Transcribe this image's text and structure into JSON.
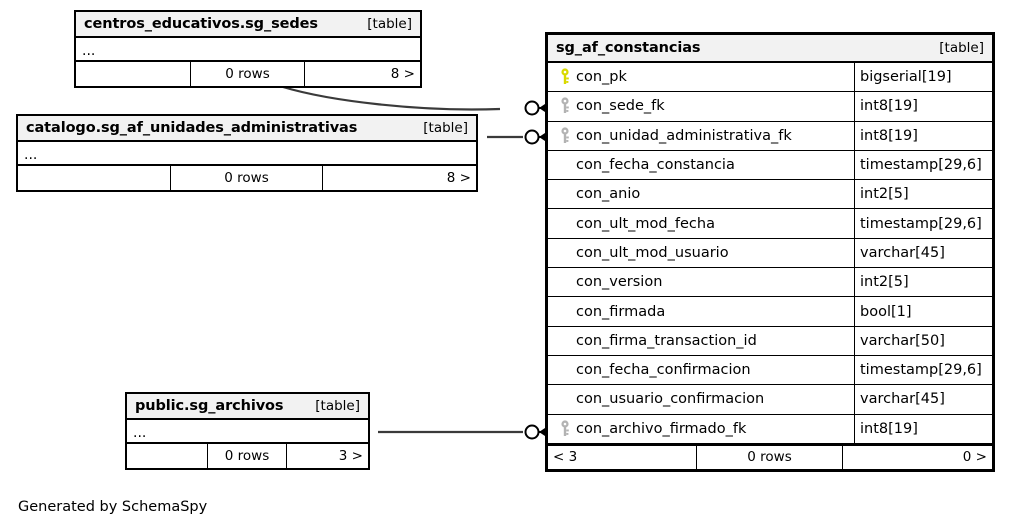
{
  "diagram": {
    "footer_caption": "Generated by SchemaSpy",
    "table_tag": "[table]",
    "ellipsis": "...",
    "colors": {
      "header_background": "#f2f2f2",
      "border": "#000000",
      "primary_key_icon": "#d9d900",
      "foreign_key_icon": "#b3b3b3",
      "page_background": "#ffffff"
    }
  },
  "tables": {
    "sg_sedes": {
      "title": "centros_educativos.sg_sedes",
      "tag": "[table]",
      "ellipsis": "...",
      "footer": {
        "left": "",
        "middle": "0 rows",
        "right": "8 >"
      }
    },
    "unidades_administrativas": {
      "title": "catalogo.sg_af_unidades_administrativas",
      "tag": "[table]",
      "ellipsis": "...",
      "footer": {
        "left": "",
        "middle": "0 rows",
        "right": "8 >"
      }
    },
    "sg_archivos": {
      "title": "public.sg_archivos",
      "tag": "[table]",
      "ellipsis": "...",
      "footer": {
        "left": "",
        "middle": "0 rows",
        "right": "3 >"
      }
    },
    "sg_af_constancias": {
      "title": "sg_af_constancias",
      "tag": "[table]",
      "footer": {
        "left": "< 3",
        "middle": "0 rows",
        "right": "0 >"
      },
      "columns": [
        {
          "name": "con_pk",
          "type": "bigserial[19]",
          "key": "primary"
        },
        {
          "name": "con_sede_fk",
          "type": "int8[19]",
          "key": "foreign"
        },
        {
          "name": "con_unidad_administrativa_fk",
          "type": "int8[19]",
          "key": "foreign"
        },
        {
          "name": "con_fecha_constancia",
          "type": "timestamp[29,6]",
          "key": "none"
        },
        {
          "name": "con_anio",
          "type": "int2[5]",
          "key": "none"
        },
        {
          "name": "con_ult_mod_fecha",
          "type": "timestamp[29,6]",
          "key": "none"
        },
        {
          "name": "con_ult_mod_usuario",
          "type": "varchar[45]",
          "key": "none"
        },
        {
          "name": "con_version",
          "type": "int2[5]",
          "key": "none"
        },
        {
          "name": "con_firmada",
          "type": "bool[1]",
          "key": "none"
        },
        {
          "name": "con_firma_transaction_id",
          "type": "varchar[50]",
          "key": "none"
        },
        {
          "name": "con_fecha_confirmacion",
          "type": "timestamp[29,6]",
          "key": "none"
        },
        {
          "name": "con_usuario_confirmacion",
          "type": "varchar[45]",
          "key": "none"
        },
        {
          "name": "con_archivo_firmado_fk",
          "type": "int8[19]",
          "key": "foreign"
        }
      ]
    }
  },
  "relationships": [
    {
      "from": "centros_educativos.sg_sedes",
      "to": "con_sede_fk"
    },
    {
      "from": "catalogo.sg_af_unidades_administrativas",
      "to": "con_unidad_administrativa_fk"
    },
    {
      "from": "public.sg_archivos",
      "to": "con_archivo_firmado_fk"
    }
  ]
}
